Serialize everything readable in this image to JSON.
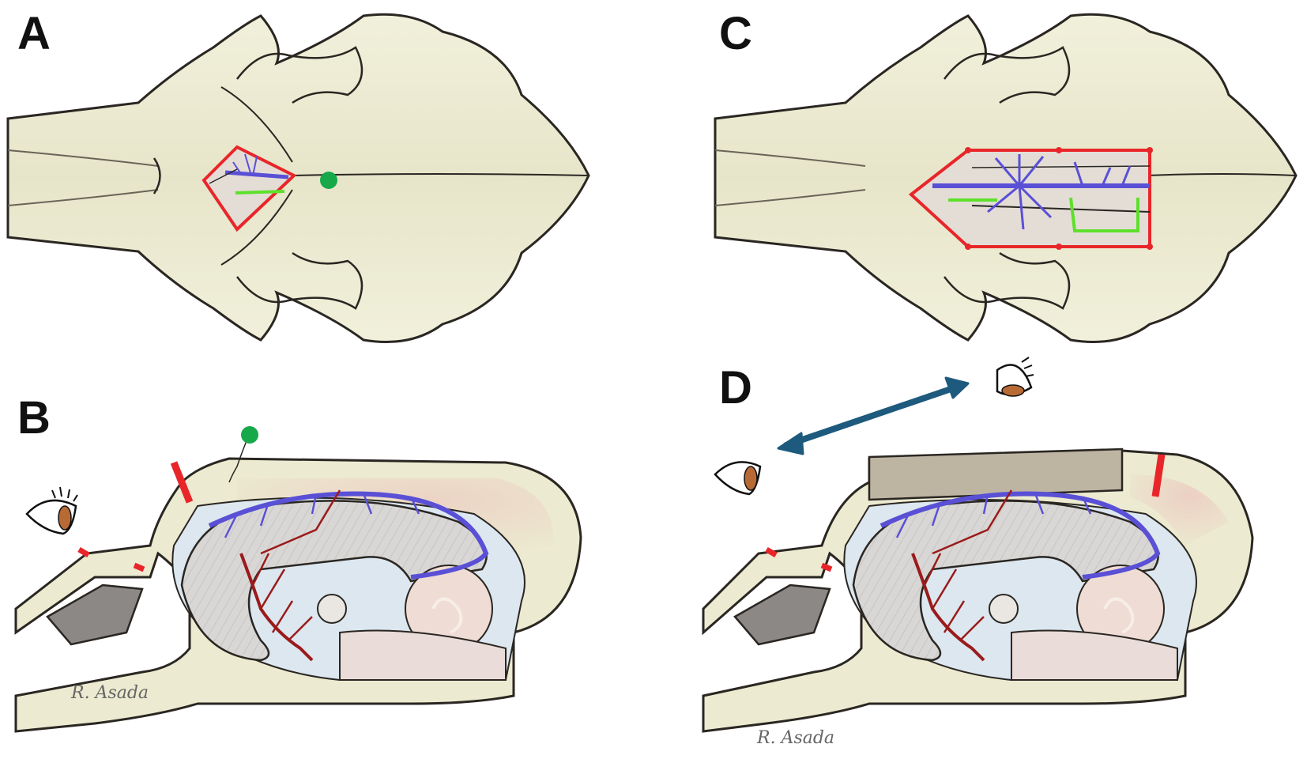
{
  "panels": {
    "a": {
      "label": "A",
      "view": "dorsal skull view with small craniotomy"
    },
    "b": {
      "label": "B",
      "view": "sagittal section, small craniotomy"
    },
    "c": {
      "label": "C",
      "view": "dorsal skull view with extended craniotomy"
    },
    "d": {
      "label": "D",
      "view": "sagittal section, extended craniotomy"
    }
  },
  "signature_b": "R. Asada",
  "signature_d": "R. Asada",
  "icons": [
    "eye-icon",
    "double-arrow-icon"
  ],
  "colors": {
    "bone": "#ecebd2",
    "bone_shadow": "#dcdabe",
    "outline": "#2a2622",
    "craniotomy_margin": "#e8262a",
    "sinus_vein": "#5a50d6",
    "artery": "#9a1b1b",
    "green_marker": "#17a84a",
    "green_line": "#5ee02b",
    "brain": "#d9d7d5",
    "csf": "#dce7ef",
    "cerebellum": "#efdcd4",
    "arrow": "#1d5a7d",
    "scalp_pink": "#e9c9bf"
  }
}
